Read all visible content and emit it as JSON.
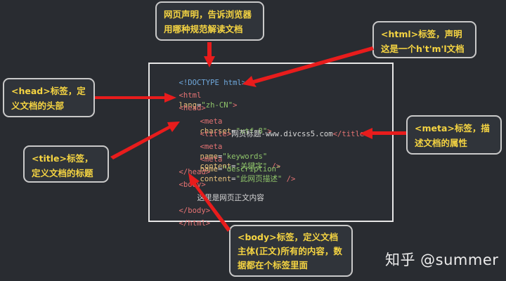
{
  "callouts": {
    "doctype": "网页声明，告诉浏览器用哪种规范解读文档",
    "html": "<html>标签，声明这是一个h't'm'l文档",
    "head": "<head>标签，定义文档的头部",
    "title": "<title>标签，定义文档的标题",
    "meta": "<meta>标签，描述文档的属性",
    "body": "<body>标签，定义文档主体(正文)所有的内容，数据都在个标签里面"
  },
  "code": {
    "doctype": "<!DOCTYPE html>",
    "html_open_tag": "<html",
    "html_lang_attr": "lang",
    "html_lang_value": "\"zh-CN\"",
    "html_open_end": ">",
    "eq": "=",
    "head_open": "<head>",
    "meta1_tag": "<meta",
    "meta1_attr": "charset",
    "meta1_value": "\"utf-8\"",
    "meta1_end": ">",
    "title_open": "<title>",
    "title_text": "网页标题-www.divcss5.com",
    "title_close": "</title>",
    "meta2_tag": "<meta",
    "meta2_name_attr": "name",
    "meta2_name_value": "\"keywords\"",
    "meta2_content_attr": "content",
    "meta2_content_value": "\"关键字\"",
    "meta2_end": " />",
    "meta3_tag": "<meta",
    "meta3_name_attr": "name",
    "meta3_name_value": "\"description\"",
    "meta3_content_attr": "content",
    "meta3_content_value": "\"此网页描述\"",
    "meta3_end": " />",
    "head_close": "</head>",
    "body_open": "<body>",
    "body_text": "这里是网页正文内容",
    "body_close": "</body>",
    "html_close": "</html>"
  },
  "watermark": "知乎 @summer",
  "colors": {
    "background": "#292c31",
    "callout_text": "#f5d442",
    "arrow": "#e81c1c",
    "code_border": "#e6e6e6"
  }
}
